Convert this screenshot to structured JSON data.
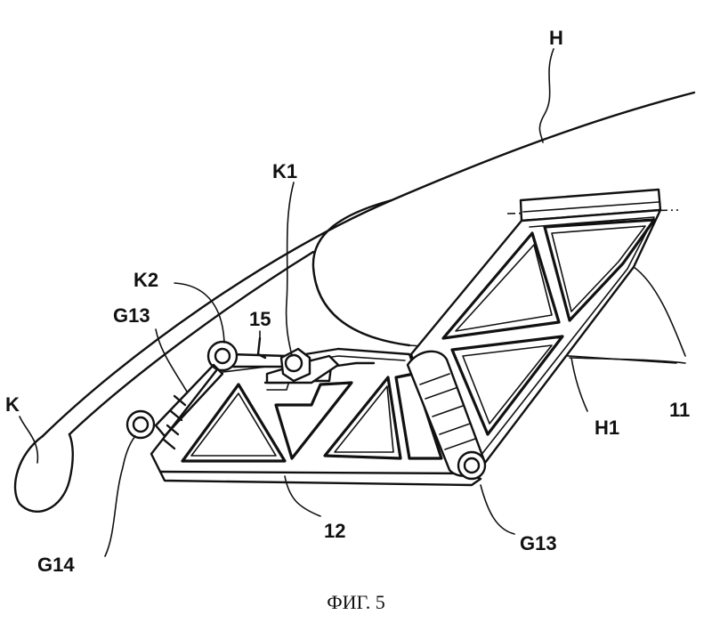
{
  "labels": {
    "H": "H",
    "K1": "K1",
    "K2": "K2",
    "G13_top": "G13",
    "label_15": "15",
    "K": "K",
    "label_11": "11",
    "H1": "H1",
    "label_12": "12",
    "G14": "G14",
    "G13_bottom": "G13"
  },
  "caption": "ФИГ. 5"
}
